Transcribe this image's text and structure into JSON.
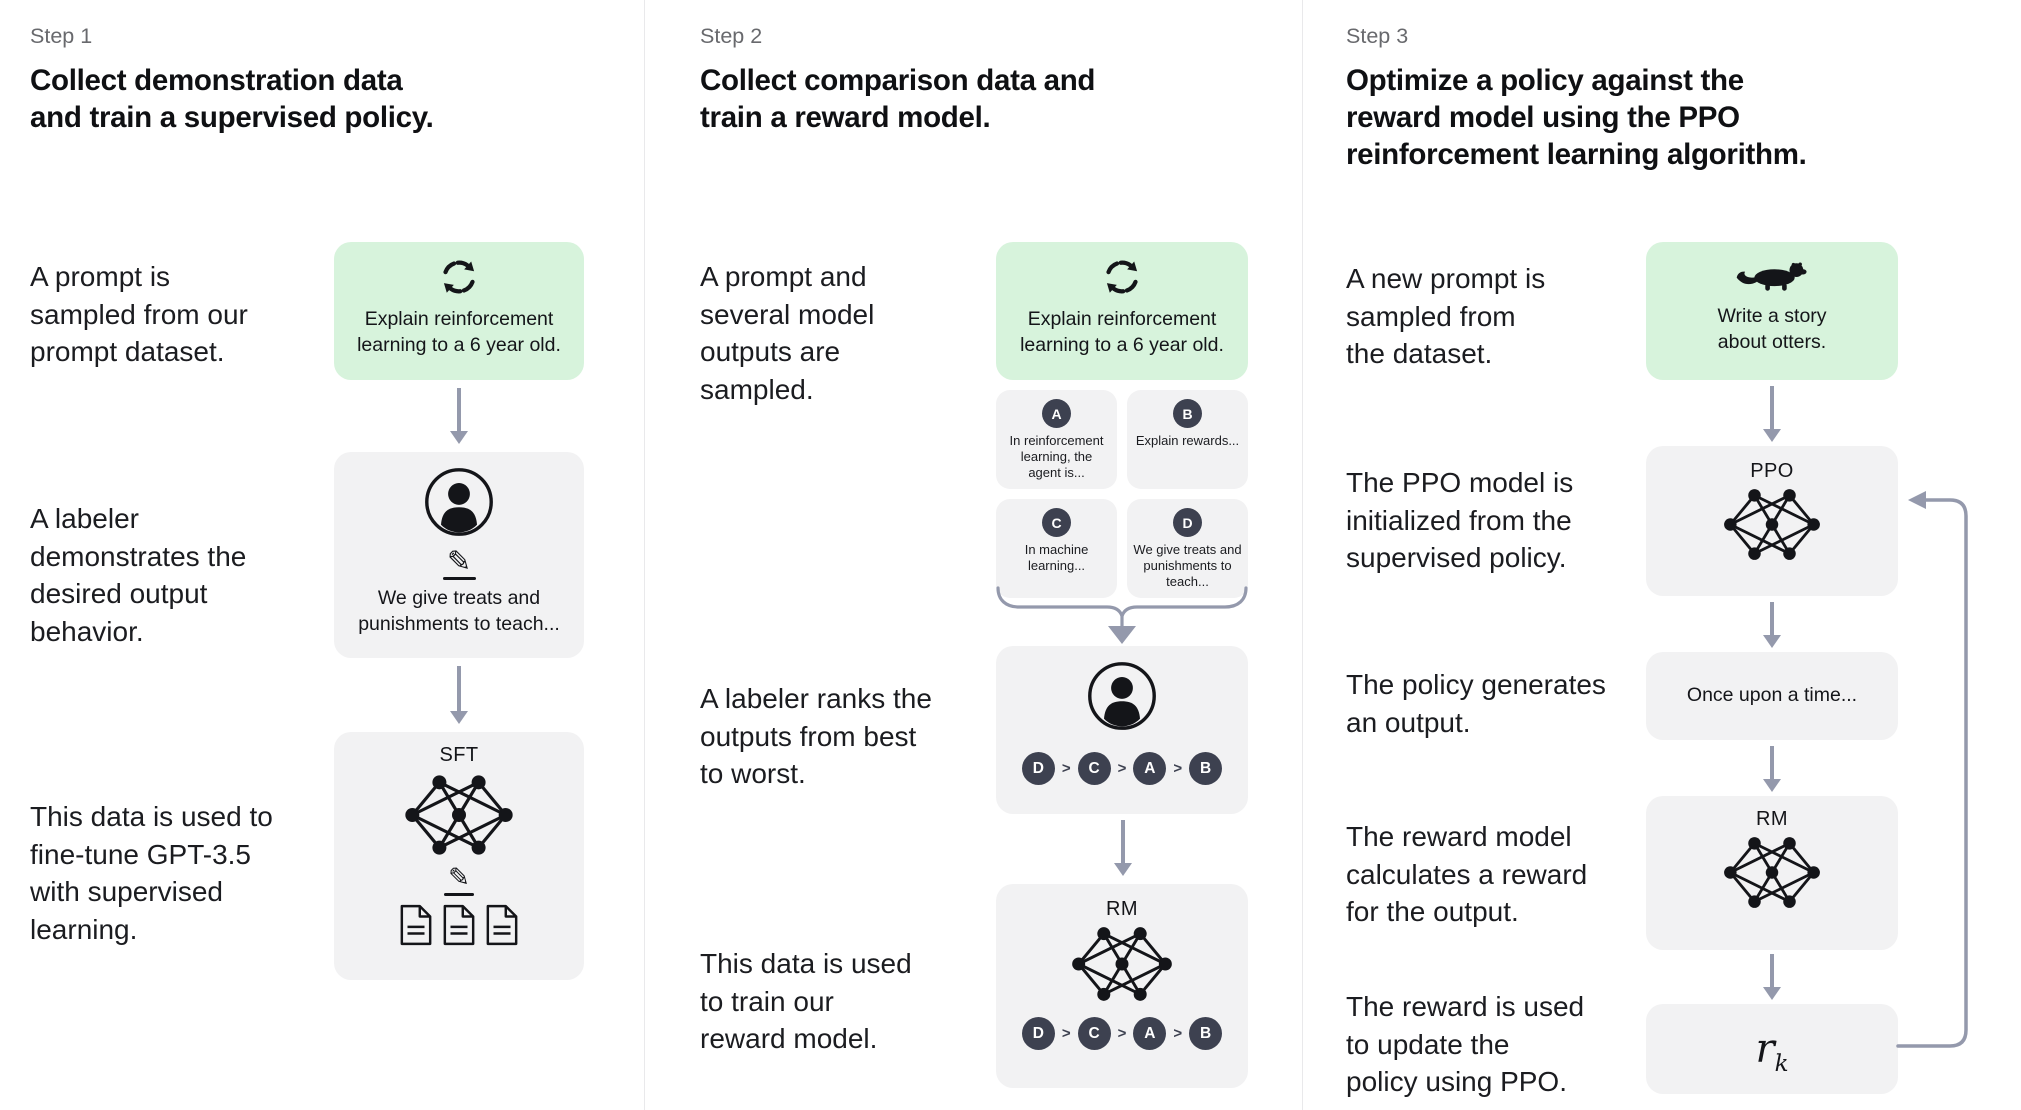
{
  "colors": {
    "green-bg": "#d7f3dc",
    "box-bg": "#f2f2f3",
    "chip-bg": "#3d4150",
    "arrow": "#9499ac",
    "divider": "#e9e9eb",
    "text": "#18191d",
    "muted": "#68696d",
    "icon": "#141519"
  },
  "step1": {
    "label": "Step 1",
    "heading": "Collect demonstration data\nand train a supervised policy.",
    "caption_prompt": "A prompt is\nsampled from our\nprompt dataset.",
    "caption_labeler": "A labeler\ndemonstrates the\ndesired output\nbehavior.",
    "caption_finetune": "This data is used to\nfine-tune GPT-3.5\nwith supervised\nlearning.",
    "prompt_box_text": "Explain reinforcement\nlearning to a 6 year old.",
    "labeler_box_text": "We give treats and\npunishments to teach...",
    "sft_label": "SFT"
  },
  "step2": {
    "label": "Step 2",
    "heading": "Collect comparison data and\ntrain a reward model.",
    "caption_sampled": "A prompt and\nseveral model\noutputs are\nsampled.",
    "caption_ranks": "A labeler ranks the\noutputs from best\nto worst.",
    "caption_train": "This data is used\nto train our\nreward model.",
    "prompt_box_text": "Explain reinforcement\nlearning to a 6 year old.",
    "outputs": [
      {
        "id": "A",
        "text": "In reinforcement\nlearning, the\nagent is..."
      },
      {
        "id": "B",
        "text": "Explain rewards..."
      },
      {
        "id": "C",
        "text": "In machine\nlearning..."
      },
      {
        "id": "D",
        "text": "We give treats and\npunishments to\nteach..."
      }
    ],
    "ranking": [
      "D",
      "C",
      "A",
      "B"
    ],
    "rank_sep": ">",
    "rm_label": "RM"
  },
  "step3": {
    "label": "Step 3",
    "heading": "Optimize a policy against the\nreward model using the PPO\nreinforcement learning algorithm.",
    "caption_prompt": "A new prompt is\nsampled from\nthe dataset.",
    "caption_init": "The PPO model is\ninitialized from the\nsupervised policy.",
    "caption_output": "The policy generates\nan output.",
    "caption_reward": "The reward model\ncalculates a reward\nfor the output.",
    "caption_update": "The reward is used\nto update the\npolicy using PPO.",
    "prompt_box_text": "Write a story\nabout otters.",
    "ppo_label": "PPO",
    "output_box_text": "Once upon a time...",
    "rm_label": "RM",
    "reward_var": "r",
    "reward_sub": "k"
  }
}
